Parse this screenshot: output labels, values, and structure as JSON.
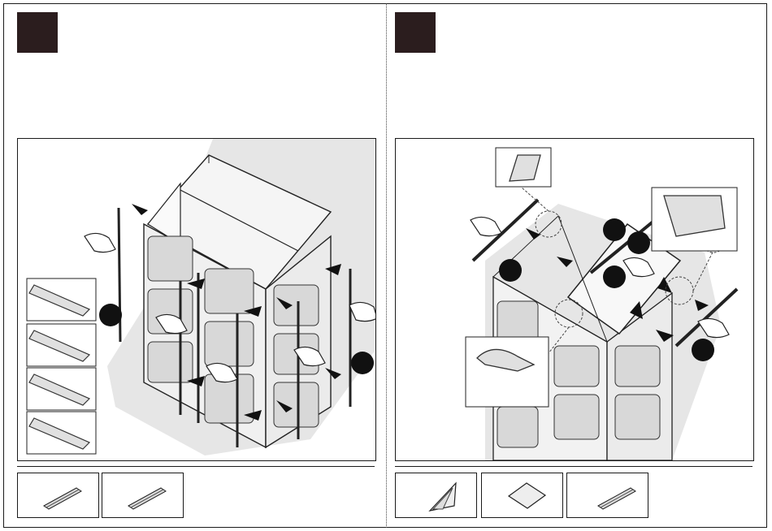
{
  "page": {
    "background": "#ffffff",
    "line_color": "#1a1a1a",
    "step_box_color": "#2b1d1e"
  },
  "left_panel": {
    "step_marker": "dark-square",
    "illustration": "greenhouse-wall-panels-being-slid-into-frame-with-glazing-clips",
    "callout_count": 4,
    "parts": [
      "glazing-strip-icon",
      "glazing-strip-icon"
    ]
  },
  "right_panel": {
    "step_marker": "dark-square",
    "illustration": "roof-window-assembly-and-top-edge-profiles",
    "detail_callouts": [
      "clip-detail",
      "corner-detail",
      "gable-detail"
    ],
    "parts": [
      "triangle-panel-icon",
      "square-panel-icon",
      "glazing-strip-icon"
    ]
  }
}
